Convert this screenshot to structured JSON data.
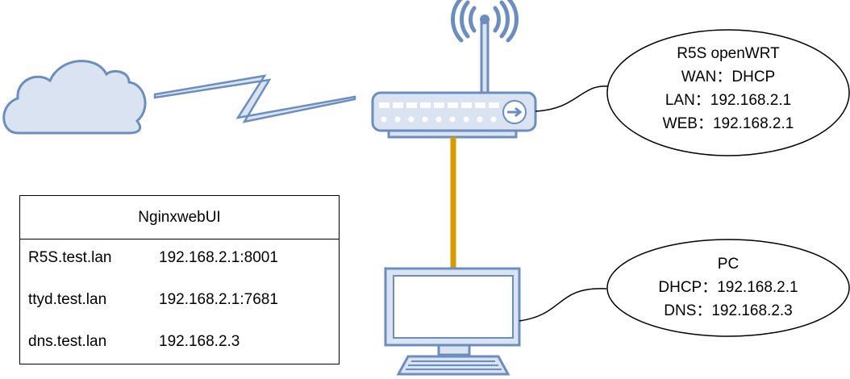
{
  "router_info": {
    "title": "R5S openWRT",
    "wan": "WAN：DHCP",
    "lan": "LAN：192.168.2.1",
    "web": "WEB：192.168.2.1"
  },
  "pc_info": {
    "title": "PC",
    "dhcp": "DHCP：192.168.2.1",
    "dns": "DNS：192.168.2.3"
  },
  "proxy_table": {
    "title": "NginxwebUI",
    "rows": [
      {
        "host": "R5S.test.lan",
        "address": "192.168.2.1:8001"
      },
      {
        "host": "ttyd.test.lan",
        "address": "192.168.2.1:7681"
      },
      {
        "host": "dns.test.lan",
        "address": "192.168.2.3"
      }
    ]
  },
  "colors": {
    "device_fill": "#dae3f1",
    "device_stroke": "#6c8ebf",
    "cable": "#d79b00"
  }
}
